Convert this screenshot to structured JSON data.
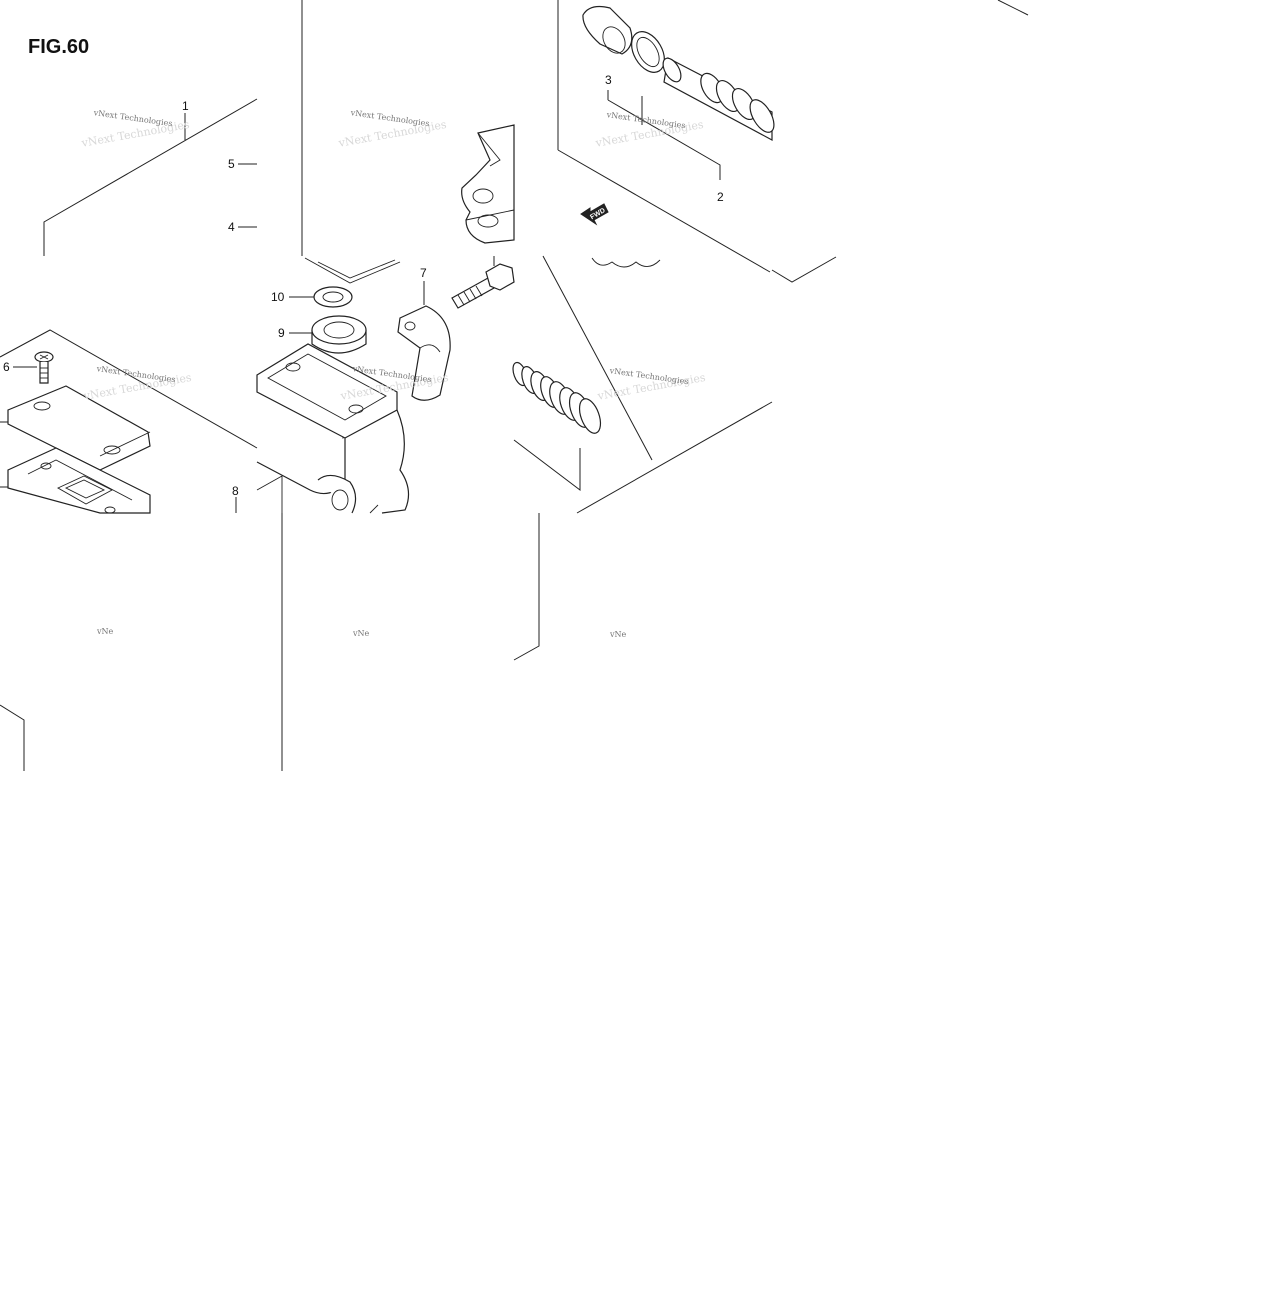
{
  "figure": {
    "title": "FIG.60"
  },
  "callouts": [
    "1",
    "2",
    "3",
    "4",
    "5",
    "6",
    "7",
    "8",
    "9",
    "10"
  ],
  "watermark": {
    "text": "vNext Technologies",
    "partial": "vNe"
  },
  "fwd": {
    "label": "FWD"
  },
  "colors": {
    "line": "#222222",
    "watermark": "#d8d8d8",
    "background": "#ffffff"
  }
}
